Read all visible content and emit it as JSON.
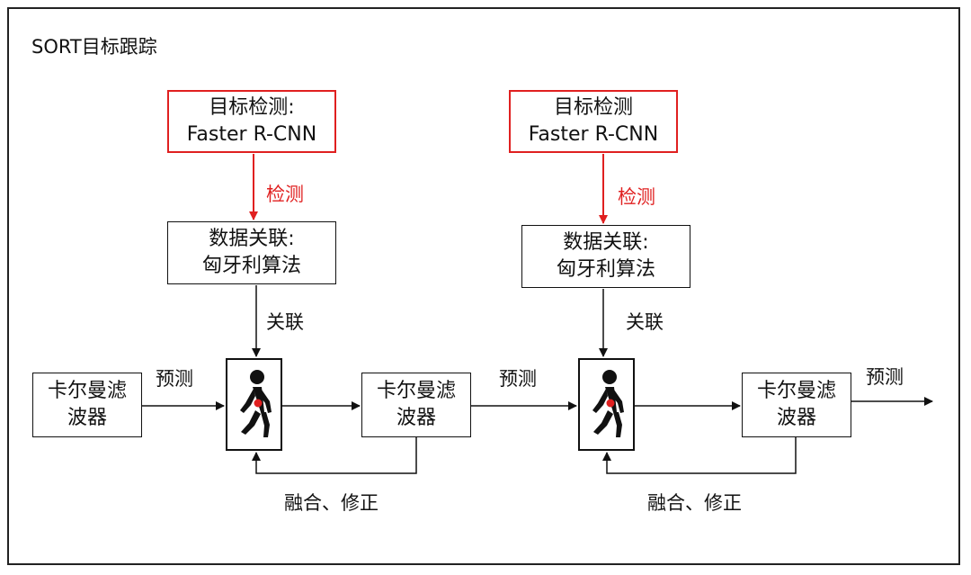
{
  "title": "SORT目标跟踪",
  "colors": {
    "accent_red": "#e02020",
    "line": "#111111"
  },
  "detector_boxes": [
    {
      "line1": "目标检测:",
      "line2": "Faster R-CNN"
    },
    {
      "line1": "目标检测",
      "line2": "Faster R-CNN"
    }
  ],
  "association_boxes": [
    {
      "line1": "数据关联:",
      "line2": "匈牙利算法"
    },
    {
      "line1": "数据关联:",
      "line2": "匈牙利算法"
    }
  ],
  "kalman_boxes": [
    {
      "line1": "卡尔曼滤",
      "line2": "波器"
    },
    {
      "line1": "卡尔曼滤",
      "line2": "波器"
    },
    {
      "line1": "卡尔曼滤",
      "line2": "波器"
    }
  ],
  "labels": {
    "detect": "检测",
    "associate": "关联",
    "predict": "预测",
    "fuse_correct": "融合、修正"
  },
  "icons": {
    "target": "walking-person-icon"
  }
}
